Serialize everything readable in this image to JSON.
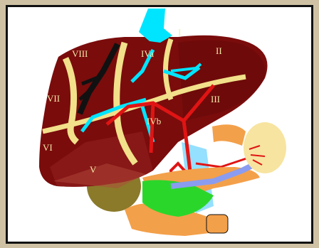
{
  "figure": {
    "segments": [
      "I",
      "II",
      "III",
      "IVa",
      "IVb",
      "V",
      "VI",
      "VII",
      "VIII"
    ]
  },
  "colors": {
    "frame_outer": "#cfc2a4",
    "frame_inner": "#111111",
    "panel": "#ffffff",
    "liver": "#7a0c0c",
    "liver_light": "#8a1616",
    "fissure": "#f2e08a",
    "hepatic_vein": "#111111",
    "portal_vein": "#00e5ff",
    "artery": "#e01414",
    "gallbladder": "#8a7a2a",
    "pancreas": "#f3a04a",
    "duodenum": "#f3a04a",
    "spleen": "#f7e4a0",
    "stomach_green": "#2bd62b",
    "splenic_vein": "#8a9cf0"
  }
}
